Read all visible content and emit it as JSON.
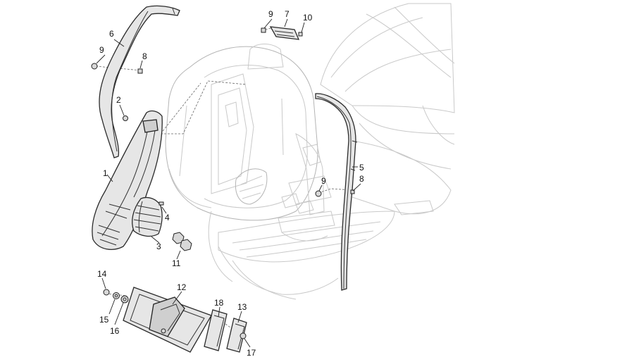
{
  "callouts": {
    "c1": "1",
    "c2": "2",
    "c3": "3",
    "c4": "4",
    "c5": "5",
    "c6": "6",
    "c7": "7",
    "c8a": "8",
    "c8b": "8",
    "c9a": "9",
    "c9b": "9",
    "c9c": "9",
    "c10": "10",
    "c11": "11",
    "c12": "12",
    "c13": "13",
    "c14": "14",
    "c15": "15",
    "c16": "16",
    "c17": "17",
    "c18": "18"
  }
}
